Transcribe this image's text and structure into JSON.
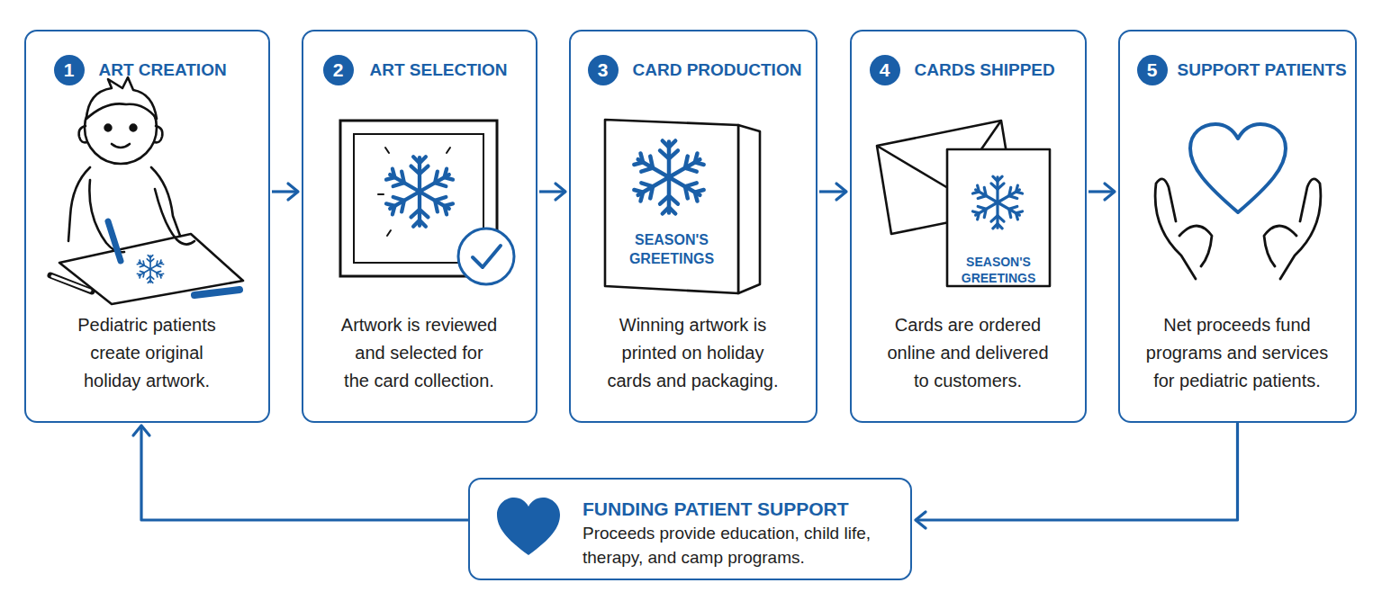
{
  "diagram": {
    "nodes": [
      {
        "text": [
          "ART CREATION",
          "Pediatric patients create original holiday artwork."
        ]
      },
      {
        "text": [
          "1"
        ],
        "in": 0
      },
      {
        "text": [
          "ART SELECTION",
          "Artwork is reviewed and selected for the card collection."
        ]
      },
      {
        "text": [
          "2"
        ],
        "in": 2
      },
      {
        "text": [
          "CARD PRODUCTION",
          "Winning artwork is printed on holiday cards and packaging."
        ]
      },
      {
        "text": [
          "3"
        ],
        "in": 4
      },
      {
        "text": [
          "CARDS SHIPPED",
          "Cards are ordered online and delivered to customers."
        ]
      },
      {
        "text": [
          "4"
        ],
        "in": 6
      },
      {
        "text": [
          "SUPPORT PATIENTS",
          "Net proceeds fund programs and services for pediatric patients."
        ]
      },
      {
        "text": [
          "5"
        ],
        "in": 8
      },
      {
        "text": [
          "FUNDING PATIENT SUPPORT",
          "Proceeds provide education, child life, therapy, and camp programs."
        ]
      }
    ],
    "edges": [
      {
        "from": 0,
        "to": 2,
        "arrow": "to"
      },
      {
        "from": 2,
        "to": 4,
        "arrow": "to"
      },
      {
        "from": 4,
        "to": 6,
        "arrow": "to"
      },
      {
        "from": 6,
        "to": 8,
        "arrow": "to"
      },
      {
        "from": 8,
        "to": 10,
        "arrow": "to"
      },
      {
        "from": 10,
        "to": 0,
        "arrow": "to"
      }
    ],
    "labels": [
      "SEASON'S GREETINGS",
      "SEASON'S GREETINGS"
    ]
  }
}
